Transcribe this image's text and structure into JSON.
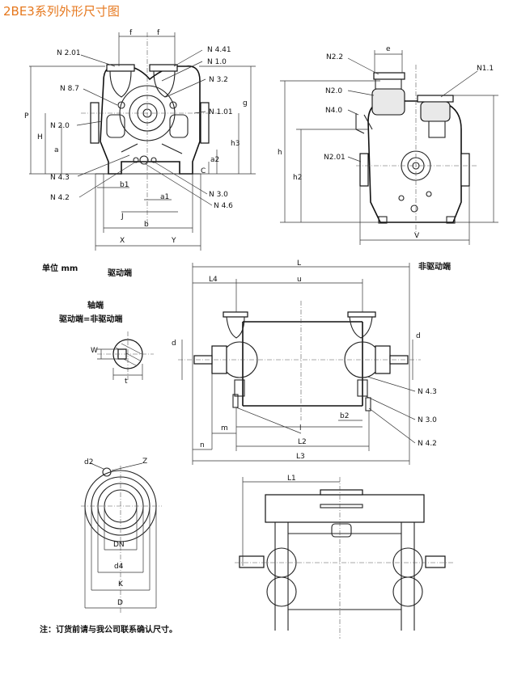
{
  "title": "2BE3系列外形尺寸图",
  "headings": {
    "unit": "单位  mm",
    "drive_end": "驱动端",
    "non_drive_end": "非驱动端",
    "shaft_end": "轴端",
    "shaft_equal": "驱动端=非驱动端"
  },
  "note": "注：订货前请与我公司联系确认尺寸。",
  "front_view": {
    "labels": [
      "N 2.01",
      "N 8.7",
      "N 2.0",
      "N 4.3",
      "N 4.2",
      "N 4.41",
      "N 1.0",
      "N 3.2",
      "N 1.01",
      "N 3.0",
      "N 4.6"
    ],
    "dims": [
      "f",
      "f",
      "P",
      "H",
      "a",
      "b1",
      "J",
      "a1",
      "b",
      "X",
      "Y",
      "g",
      "h3",
      "a2",
      "C"
    ]
  },
  "side_view": {
    "labels": [
      "N2.2",
      "N1.1",
      "N2.0",
      "N4.0",
      "N2.01"
    ],
    "dims": [
      "e",
      "h",
      "h2",
      "V"
    ]
  },
  "top_view": {
    "labels": [
      "N 4.3",
      "N 3.0",
      "N 4.2"
    ],
    "dims": [
      "L",
      "L4",
      "u",
      "d",
      "m",
      "b2",
      "l",
      "n",
      "L2",
      "L3"
    ]
  },
  "shaft_view": {
    "dims": [
      "W",
      "t"
    ]
  },
  "flange_view": {
    "dims": [
      "d2",
      "Z",
      "DN",
      "d4",
      "K",
      "D"
    ]
  },
  "end_view": {
    "dims": [
      "L1"
    ]
  }
}
